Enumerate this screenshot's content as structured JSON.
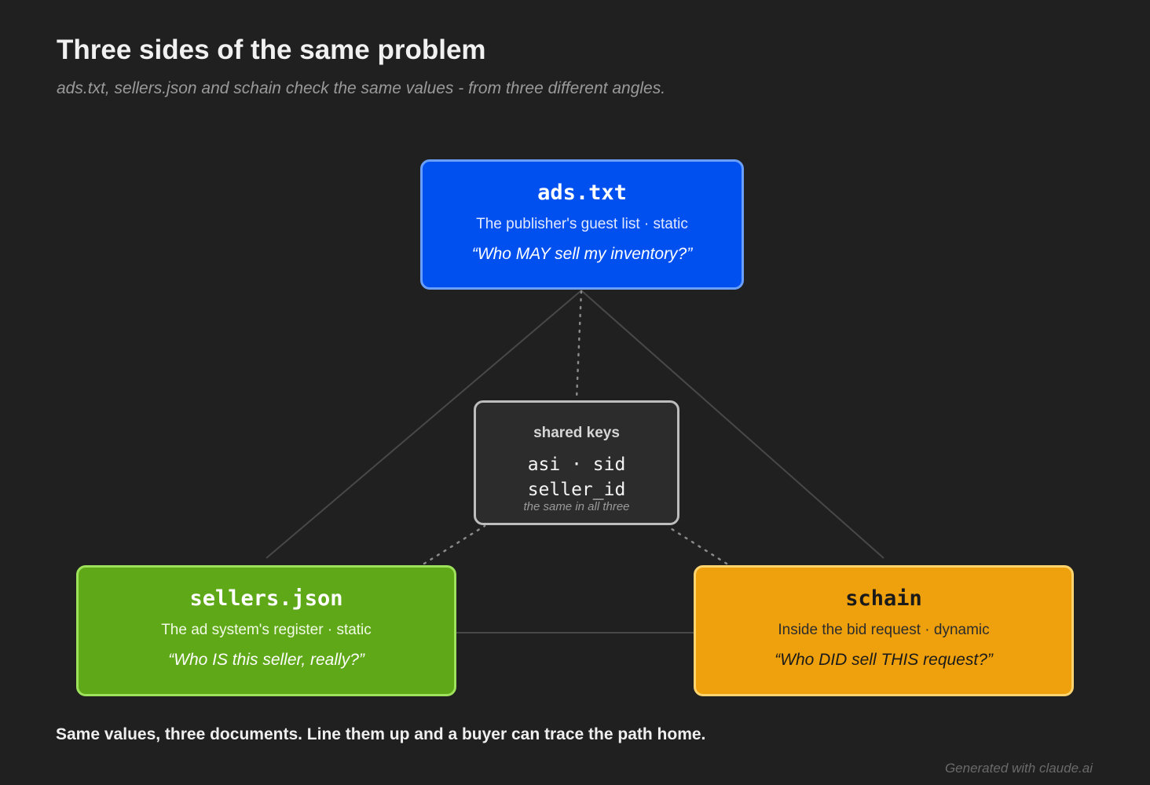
{
  "header": {
    "title": "Three sides of the same problem",
    "subtitle": "ads.txt, sellers.json and schain check the same values - from three different angles."
  },
  "nodes": {
    "ads_txt": {
      "name": "ads.txt",
      "description": "The publisher's guest list · static",
      "question": "“Who MAY sell my inventory?”",
      "color": "#0050ef"
    },
    "sellers_json": {
      "name": "sellers.json",
      "description": "The ad system's register · static",
      "question": "“Who IS this seller, really?”",
      "color": "#5fa818"
    },
    "schain": {
      "name": "schain",
      "description": "Inside the bid request · dynamic",
      "question": "“Who DID sell THIS request?”",
      "color": "#efa10d"
    }
  },
  "shared_keys": {
    "label": "shared keys",
    "keys_line_1": "asi · sid",
    "keys_line_2": "seller_id",
    "note": "the same in all three"
  },
  "footer": {
    "text": "Same values, three documents. Line them up and a buyer can trace the path home.",
    "credit": "Generated with claude.ai"
  }
}
